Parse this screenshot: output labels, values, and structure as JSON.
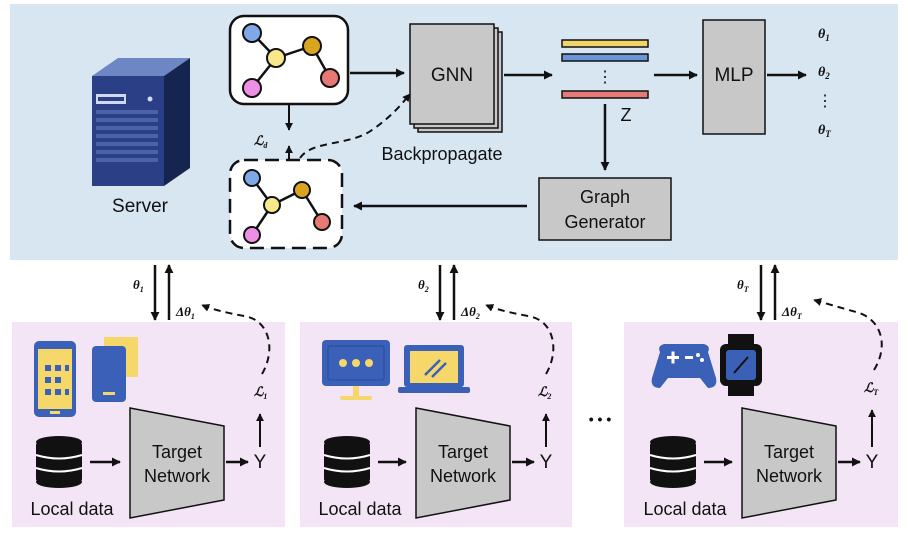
{
  "server": {
    "label": "Server",
    "gnn_label": "GNN",
    "mlp_label": "MLP",
    "z_label": "Z",
    "backprop_label": "Backpropagate",
    "graph_generator_line1": "Graph",
    "graph_generator_line2": "Generator",
    "loss_d": "ℒ",
    "loss_d_sub": "d",
    "outputs": [
      {
        "sym": "θ",
        "sub": "1"
      },
      {
        "sym": "θ",
        "sub": "2"
      },
      {
        "sym": "θ",
        "sub": "T"
      }
    ],
    "output_ellipsis": "⋮",
    "embedding_ellipsis": "⋮"
  },
  "clients": [
    {
      "down": {
        "sym": "θ",
        "sub": "1"
      },
      "up": {
        "sym": "Δθ",
        "sub": "1"
      },
      "loss": {
        "sym": "ℒ",
        "sub": "1"
      },
      "devices": [
        "smartphone-icon",
        "tablet-icon"
      ],
      "local_data": "Local data",
      "target_line1": "Target",
      "target_line2": "Network",
      "y": "Y"
    },
    {
      "down": {
        "sym": "θ",
        "sub": "2"
      },
      "up": {
        "sym": "Δθ",
        "sub": "2"
      },
      "loss": {
        "sym": "ℒ",
        "sub": "2"
      },
      "devices": [
        "monitor-icon",
        "laptop-icon"
      ],
      "local_data": "Local data",
      "target_line1": "Target",
      "target_line2": "Network",
      "y": "Y"
    },
    {
      "down": {
        "sym": "θ",
        "sub": "T"
      },
      "up": {
        "sym": "Δθ",
        "sub": "T"
      },
      "loss": {
        "sym": "ℒ",
        "sub": "T"
      },
      "devices": [
        "gamepad-icon",
        "smartwatch-icon"
      ],
      "local_data": "Local data",
      "target_line1": "Target",
      "target_line2": "Network",
      "y": "Y"
    }
  ],
  "between_clients": "• • •",
  "colors": {
    "server_bg": "#d8e6f2",
    "client_bg": "#f3e5f5",
    "box_gray": "#c8c8c8",
    "node_blue": "#7fa8e6",
    "node_yellow": "#f7e98a",
    "node_gold": "#d9a520",
    "node_red": "#e87873",
    "node_pink": "#ee8fe6",
    "emb_yellow": "#f1d46a",
    "emb_blue": "#6a95d6",
    "emb_red": "#e57b79",
    "device_blue": "#3b60b8"
  }
}
